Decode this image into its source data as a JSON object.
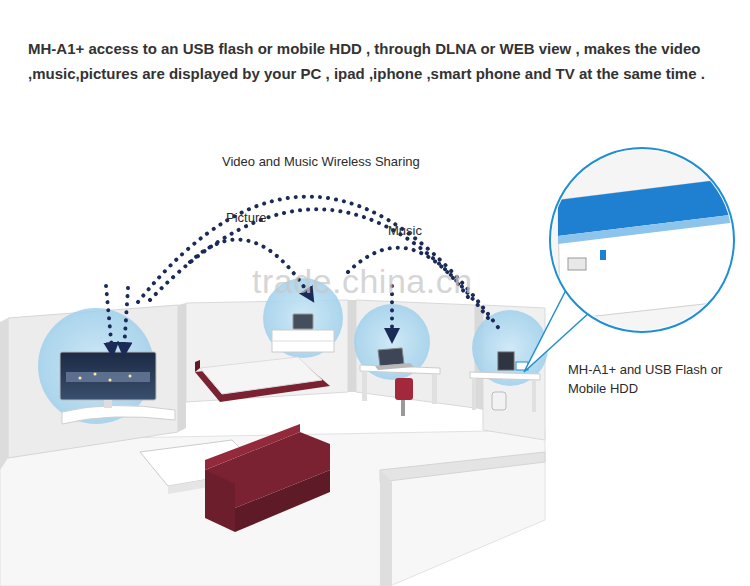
{
  "diagram": {
    "title": "MH-A1+ access to an USB flash or mobile HDD , through DLNA or WEB view , makes the video ,music,pictures are displayed by your PC , ipad ,iphone ,smart phone and TV at the same time .",
    "labels": [
      "Video and Music Wireless Sharing",
      "Picture",
      "Music",
      "trade.china.cn",
      "MH-A1+ and USB Flash or Mobile HDD"
    ]
  }
}
